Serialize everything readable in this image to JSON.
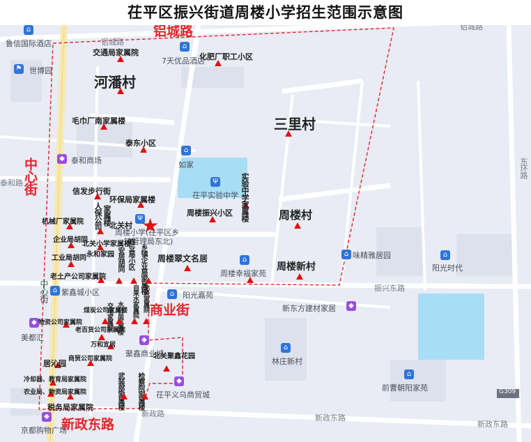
{
  "title": "茌平区振兴街道周楼小学招生范围示意图",
  "colors": {
    "background": "#e9ecf4",
    "block": "#dfe3ee",
    "road": "#ffffff",
    "main_road": "#f7e9b0",
    "water": "#a8def5",
    "boundary": "#e4252b",
    "marker": "#e01010"
  },
  "roads": {
    "lvcheng": "铝城路",
    "lvcheng_right": "铝城路",
    "dongcheng": "东环路",
    "zhenxing_east": "振兴东路",
    "xinzheng_east": "新政东路",
    "xinzheng_east_right": "新政东路",
    "xinzheng": "新政路",
    "taihe": "泰和路",
    "g309": "G309"
  },
  "red_labels": {
    "lvcheng": "铝城路",
    "zhongxin_top": "中心街",
    "zhongxin_mid": "中心街",
    "shangye": "商业街",
    "xinzheng": "新政东路"
  },
  "villages": {
    "hepan": "河潘村",
    "sanli": "三里村",
    "zhoulou": "周楼村",
    "zhoulouxin": "周楼新村"
  },
  "school_label": "周楼小学(茌平区乡",
  "school_label2": "镇管理局东北)",
  "pois": {
    "luxin": "鲁信国际酒店",
    "shibo": "世博园",
    "hotel7": "7天优品酒店",
    "taihe": "泰和商场",
    "rujia": "如家",
    "shiyan": "茌平实验中学",
    "weiqing": "味精雅居园",
    "yangguang": "阳光时代",
    "yangguangjia": "阳光嘉苑",
    "xindongfang": "新东方建材家居",
    "meidu": "美都汇",
    "juxin": "聚鑫商业城",
    "yiwu": "茌平义乌商贸城",
    "jingdu": "京都购物广场",
    "linzhuang": "林庄新村",
    "qiancao": "前曹朝阳家苑",
    "xingfu": "周楼幸福家苑",
    "zhongxin_left": "中心街",
    "zixin": "紫鑫城小区"
  },
  "markers": {
    "jiaotong": "交通局家属院",
    "huafei": "化肥厂职工小区",
    "maojin": "毛巾厂南家属楼",
    "taidong": "泰东小区",
    "xinfa": "信发步行街",
    "huanbao": "环保局家属楼",
    "renbao": "人保公司",
    "jiashu_ren": "家属楼",
    "beiguan": "北关村",
    "jixie": "机械厂家属院",
    "qiye": "企业局胡同",
    "beiguanxiao": "北关小学家属楼",
    "yonghe": "永和家园",
    "gongye": "工业局胡同",
    "shangye_xiao": "商业局小区",
    "anju": "安居胡同",
    "laotu": "老土产公司家属院",
    "zhenxing_xq": "周楼振兴小区",
    "cuiwen": "周楼翠文名居",
    "shiyanjia": "实验中学家属楼",
    "xiangzhen": "乡镇企业局家属楼",
    "meitan": "煤炭公司家属楼",
    "jiaodian": "交电家属院",
    "shuili": "水利局家属楼",
    "zilaishui": "自来水家属院",
    "beiguanjia": "北关家属院",
    "wuzi": "物资公司家属院",
    "laobaihuo": "老百货公司家属院",
    "wanhe": "万和宜居",
    "juyuan": "居沁园",
    "shangmao": "商贸公司家属院",
    "lengdong": "冷却器、教育局家属院",
    "nongye": "农业局、物资局家属院",
    "shuiwu": "税务局家属院",
    "wuzhuang": "武装部家属楼",
    "jianchayuan": "检察院家属楼",
    "beiguanjuxin": "北关聚鑫花园"
  }
}
